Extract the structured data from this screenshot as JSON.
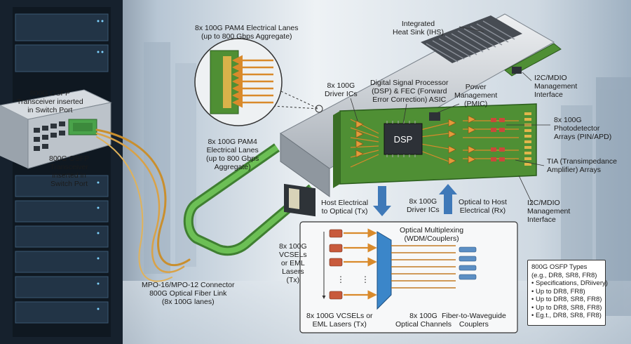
{
  "labels": {
    "osfp_switch_top": [
      "800G OSFP",
      "Transceiver inserted",
      "in Switch Port"
    ],
    "osfp_switch_bottom": [
      "800G OSFP",
      "Transceiver",
      "inserted in",
      "Switch Port"
    ],
    "pam4_top": [
      "8x 100G PAM4 Electrical Lanes",
      "(up to 800 Gbps Aggregate)"
    ],
    "pam4_bottom": [
      "8x 100G PAM4",
      "Electrical Lanes",
      "(up to 800 Gbps",
      "Aggregate)"
    ],
    "ihs": [
      "Integrated",
      "Heat Sink (IHS)"
    ],
    "driver_top": [
      "8x 100G",
      "Driver ICs"
    ],
    "dsp_label": [
      "Digital Signal Processor",
      "(DSP) & FEC (Forward",
      "Error Correction) ASIC"
    ],
    "pmic": [
      "Power",
      "Management",
      "(PMIC)"
    ],
    "i2c_top": [
      "I2C/MDIO",
      "Management",
      "Interface"
    ],
    "photodetector": [
      "8x 100G",
      "Photodetector",
      "Arrays (PIN/APD)"
    ],
    "tia": [
      "TIA (Transimpedance",
      "Amplifier) Arrays"
    ],
    "i2c_bottom": [
      "I2C/MDIO",
      "Management",
      "Interface"
    ],
    "host_tx": [
      "Host Electrical",
      "to Optical (Tx)"
    ],
    "driver_bottom": [
      "8x 100G",
      "Driver ICs"
    ],
    "optical_rx": [
      "Optical to Host",
      "Electrical (Rx)"
    ],
    "vcsel_left": [
      "8x 100G",
      "VCSELs",
      "or EML",
      "Lasers",
      "(Tx)"
    ],
    "optical_mux": [
      "Optical Multiplexing",
      "(WDM/Couplers)"
    ],
    "mpo": [
      "MPO-16/MPO-12 Connector",
      "800G Optical Fiber Link",
      "(8x 100G lanes)"
    ],
    "vcsel_bottom": [
      "8x 100G VCSELs or",
      "EML Lasers (Tx)"
    ],
    "channels": [
      "8x 100G",
      "Optical Channels"
    ],
    "couplers": [
      "Fiber-to-Waveguide",
      "Couplers"
    ],
    "dsp_chip": "DSP"
  },
  "types_box": [
    "800G OSFP Types",
    "(e.g., DR8, SR8, FR8)",
    "• Specifications, DRiivery)",
    "• Up to DR8, FR8)",
    "• Up to DR8, SR8, FR8)",
    "• Up to DR8, SR8, FR8)",
    "• Eg.t., DR8, SR8, FR8)"
  ],
  "colors": {
    "pcb": "#4f8f34",
    "handle": "#5fa84a",
    "shell": "#c9ced4",
    "heatsink": "#5a5e66",
    "lane": "#d98a2b",
    "flow_arrow": "#3f79b8",
    "dsp": "#2d3137",
    "mux": "#3b86c9",
    "laser": "#c85a3c"
  }
}
